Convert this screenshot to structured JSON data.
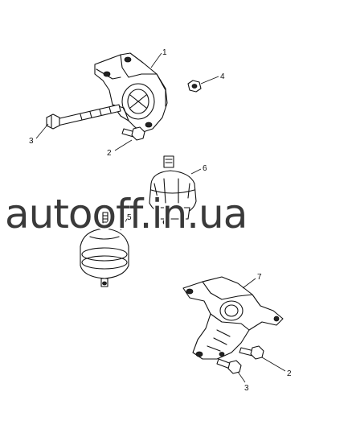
{
  "callouts": {
    "c1": "1",
    "c2a": "2",
    "c2b": "2",
    "c3a": "3",
    "c3b": "3",
    "c4": "4",
    "c5": "5",
    "c6": "6",
    "c7": "7"
  },
  "watermark": "autooff.in.ua"
}
